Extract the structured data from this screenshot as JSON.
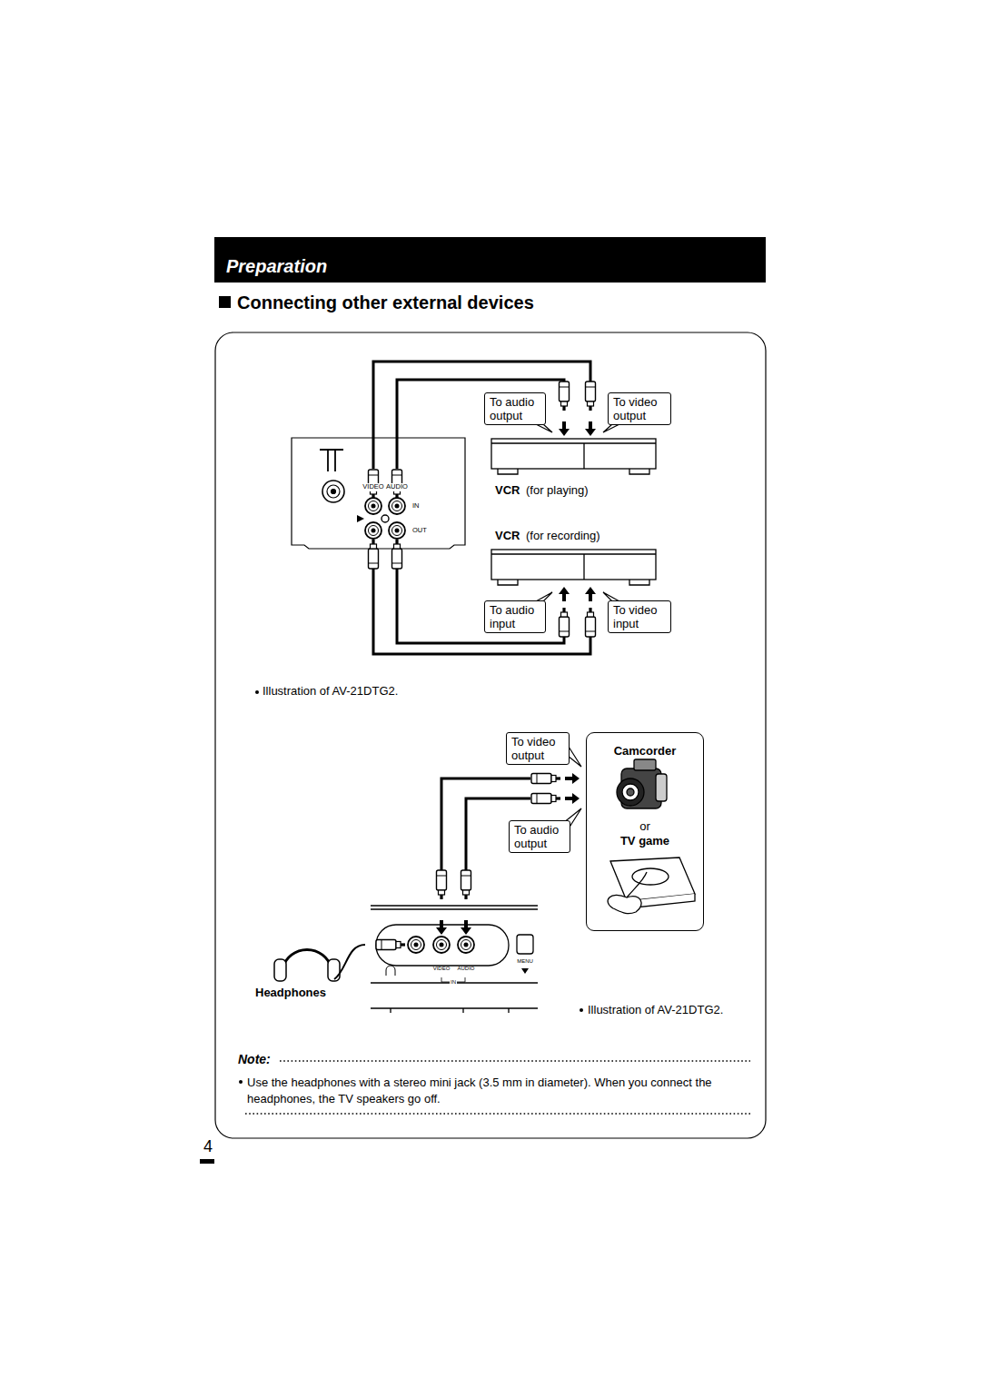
{
  "diagram": {
    "title": "Connecting other external devices",
    "nodes": [
      {
        "text": [
          "Preparation"
        ]
      },
      {
        "text": [
          "To audio output"
        ]
      },
      {
        "text": [
          "To video output"
        ]
      },
      {
        "text": [
          "To audio input"
        ]
      },
      {
        "text": [
          "To video input"
        ]
      },
      {
        "text": [
          "To video output"
        ]
      },
      {
        "text": [
          "To audio output"
        ]
      },
      {
        "text": [
          "Camcorder",
          "or",
          "TV game"
        ]
      }
    ],
    "labels": [
      "VIDEO",
      "AUDIO",
      "IN",
      "OUT",
      "VCR",
      "(for playing)",
      "VCR",
      "(for recording)",
      "Illustration of AV-21DTG2.",
      "VIDEO",
      "AUDIO",
      "IN",
      "MENU",
      "Headphones",
      "Illustration of AV-21DTG2.",
      "Note:",
      "Use the headphones with a stereo mini jack (3.5 mm in diameter). When you connect the headphones, the TV speakers go off.",
      "4"
    ]
  }
}
